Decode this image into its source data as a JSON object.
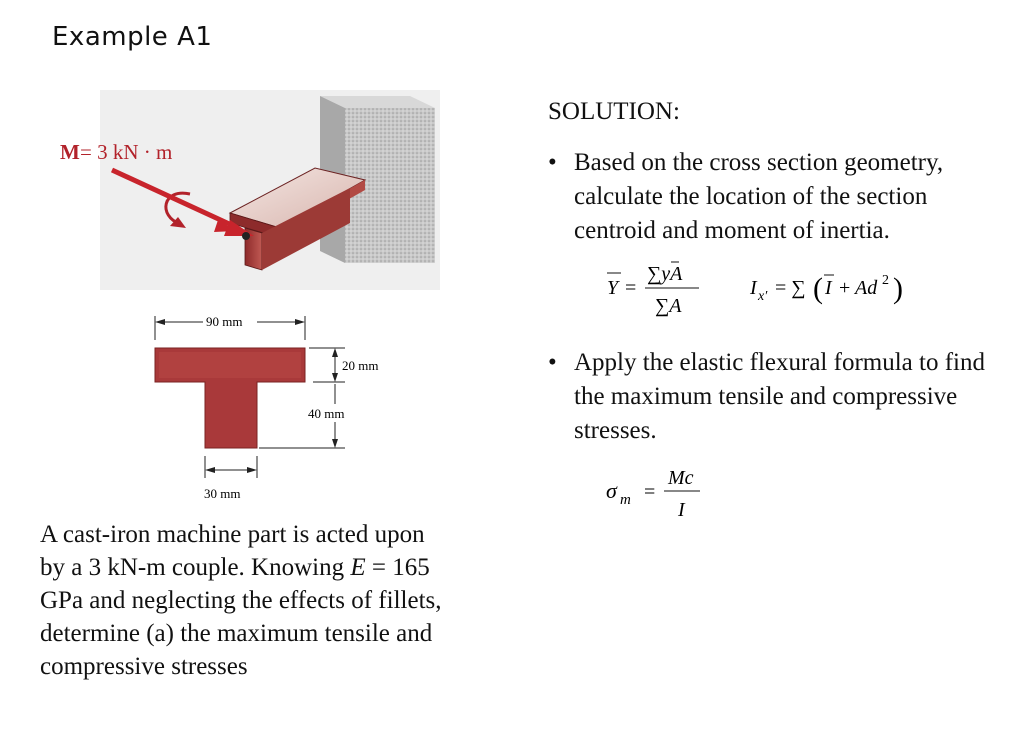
{
  "slide": {
    "title": "Example  A1"
  },
  "figure": {
    "moment_symbol": "M",
    "moment_value": "= 3 kN · m",
    "dim_width": "90 mm",
    "dim_flange": "20 mm",
    "dim_depth": "40 mm",
    "dim_stem": "30 mm"
  },
  "solution": {
    "heading": "SOLUTION:",
    "bullet1": "Based on the cross section geometry, calculate the location of the section centroid and moment of inertia.",
    "bullet2": "Apply the elastic flexural formula to find the maximum tensile and compressive stresses."
  },
  "formulas": {
    "ybar_lhs": "Y",
    "ybar_num": "∑yA",
    "ybar_den": "∑A",
    "inertia": "I",
    "sigma_lhs": "σ",
    "sigma_sub": "m",
    "sigma_num": "Mc",
    "sigma_den": "I"
  },
  "problem": {
    "line1": "A cast-iron machine part is acted upon",
    "line2a": "by a 3 kN-m couple.  Knowing ",
    "line2_var": "E",
    "line2b": " = 165",
    "line3": "GPa and neglecting the effects of fillets,",
    "line4": "determine (a) the maximum tensile and",
    "line5": "compressive stresses"
  },
  "colors": {
    "section_fill": "#a9393a",
    "arrow": "#c8242c",
    "wall": "#b8b8b8"
  }
}
